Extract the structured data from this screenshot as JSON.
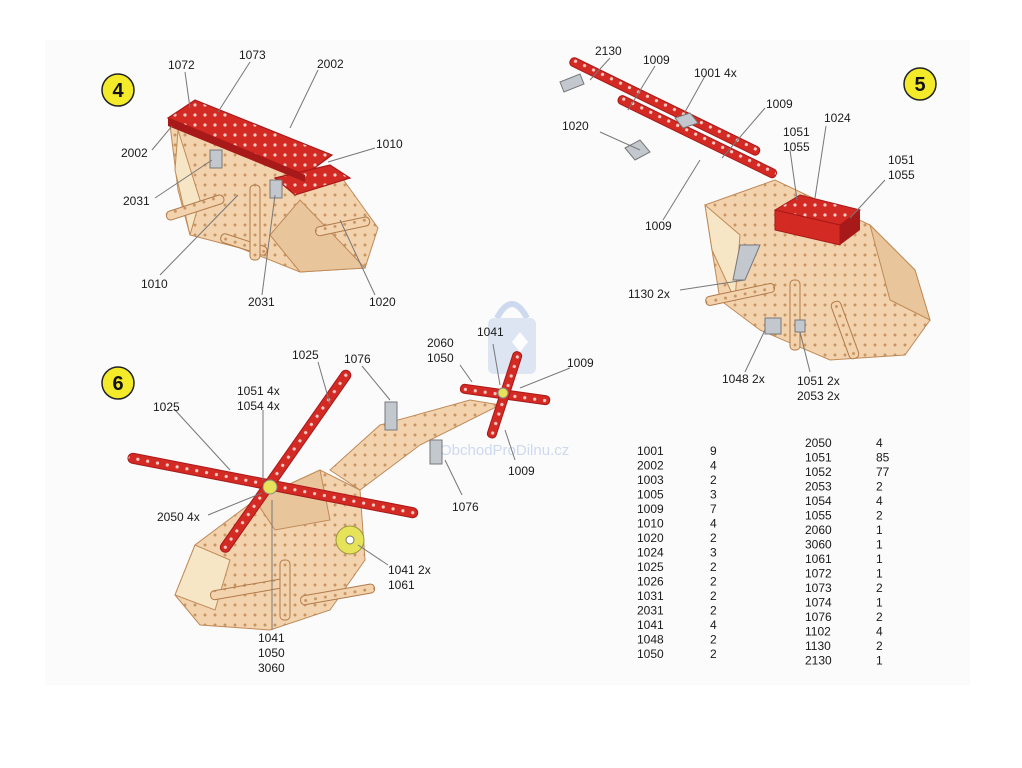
{
  "steps": [
    {
      "number": "4",
      "callouts": [
        "2002",
        "1072",
        "1073",
        "2002",
        "1010",
        "2031",
        "1010",
        "2031",
        "1020"
      ]
    },
    {
      "number": "5",
      "callouts": [
        "2130",
        "1009",
        "1001 4x",
        "1009",
        "1020",
        "1024",
        "1051",
        "1055",
        "1051",
        "1055",
        "1009",
        "1130 2x",
        "1048 2x",
        "1051 2x",
        "2053 2x"
      ]
    },
    {
      "number": "6",
      "callouts": [
        "1025",
        "1051 4x",
        "1054 4x",
        "1025",
        "1076",
        "2060",
        "1050",
        "1041",
        "1009",
        "2050 4x",
        "1009",
        "1076",
        "1041 2x",
        "1061",
        "1041",
        "1050",
        "3060"
      ]
    }
  ],
  "watermark": "ObchodProDilnu.cz",
  "parts_table": {
    "left": [
      [
        "1001",
        "9"
      ],
      [
        "2002",
        "4"
      ],
      [
        "1003",
        "2"
      ],
      [
        "1005",
        "3"
      ],
      [
        "1009",
        "7"
      ],
      [
        "1010",
        "4"
      ],
      [
        "1020",
        "2"
      ],
      [
        "1024",
        "3"
      ],
      [
        "1025",
        "2"
      ],
      [
        "1026",
        "2"
      ],
      [
        "1031",
        "2"
      ],
      [
        "2031",
        "2"
      ],
      [
        "1041",
        "4"
      ],
      [
        "1048",
        "2"
      ],
      [
        "1050",
        "2"
      ]
    ],
    "right": [
      [
        "2050",
        "4"
      ],
      [
        "1051",
        "85"
      ],
      [
        "1052",
        "77"
      ],
      [
        "2053",
        "2"
      ],
      [
        "1054",
        "4"
      ],
      [
        "1055",
        "2"
      ],
      [
        "2060",
        "1"
      ],
      [
        "3060",
        "1"
      ],
      [
        "1061",
        "1"
      ],
      [
        "1072",
        "1"
      ],
      [
        "1073",
        "2"
      ],
      [
        "1074",
        "1"
      ],
      [
        "1076",
        "2"
      ],
      [
        "1102",
        "4"
      ],
      [
        "1130",
        "2"
      ],
      [
        "2130",
        "1"
      ]
    ]
  },
  "colors": {
    "badge": "#f3ea2a",
    "plate_red": "#d42a24",
    "plate_red_dark": "#a8191a",
    "wood": "#f3d3ad",
    "wood_dark": "#d7a878",
    "leader": "#777777",
    "metal": "#c3c8cf",
    "yellow_part": "#e6e25a"
  },
  "icons": [
    "shopping-bag-watermark-icon"
  ]
}
